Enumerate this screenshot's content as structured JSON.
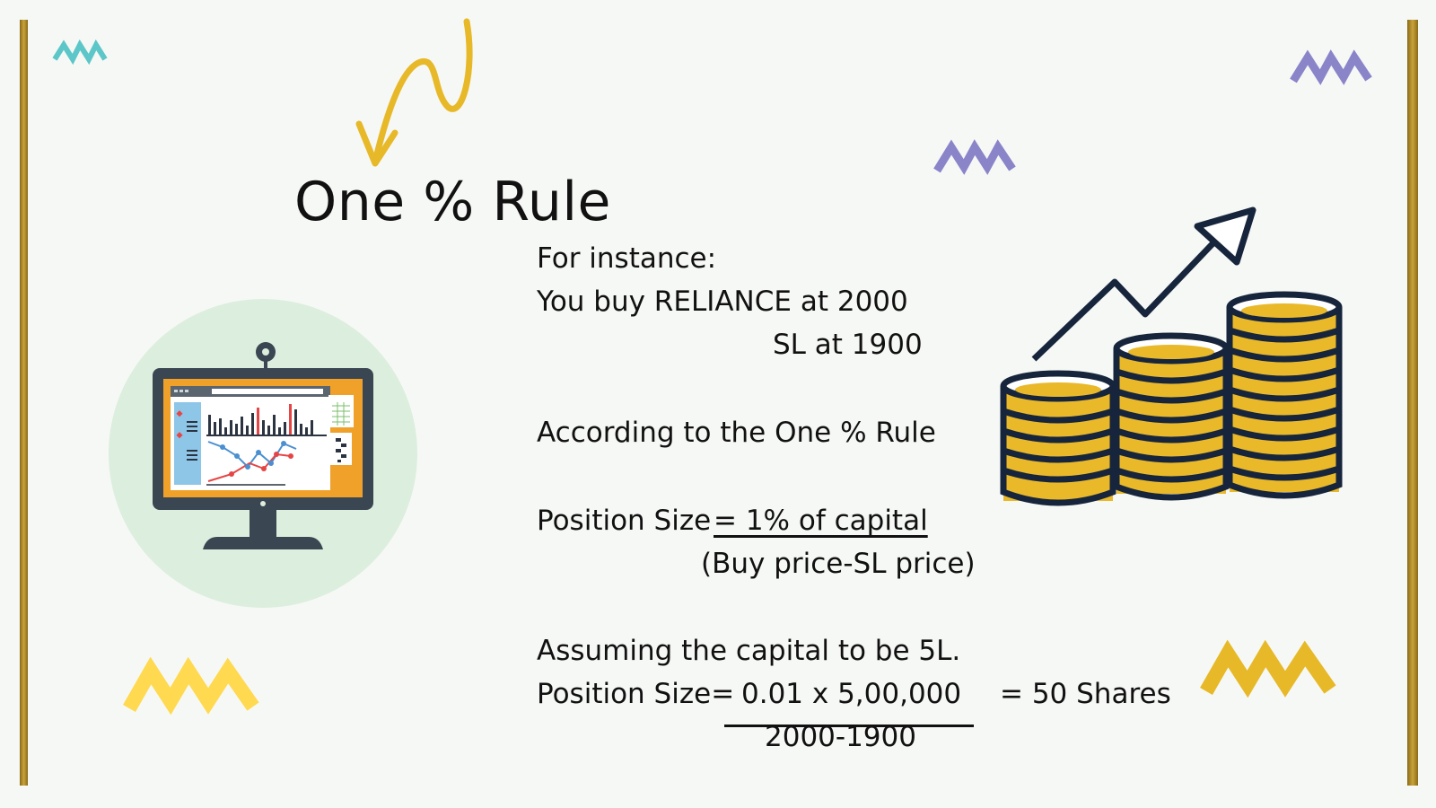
{
  "title": "One % Rule",
  "lines": {
    "for_instance": "For instance:",
    "buy": "You buy RELIANCE at 2000",
    "sl": "SL at 1900",
    "according": "According to the One % Rule",
    "ps_label": "Position Size",
    "ps_numerator": "= 1% of capital",
    "ps_denominator": "(Buy price-SL price)",
    "assuming": "Assuming the capital to be 5L.",
    "ps2_label": "Position Size=",
    "ps2_numerator": "0.01 x 5,00,000",
    "ps2_result": "= 50 Shares",
    "ps2_denominator": "2000-1900"
  },
  "colors": {
    "teal": "#5cc6c9",
    "purple": "#8a84c9",
    "yellow": "#e7b928",
    "navy": "#17253c",
    "coin_gold": "#e9b92a",
    "monitor_dark": "#3a4651",
    "circle_bg": "#dceedd",
    "gold_bar": "#b8932e"
  },
  "icons": {
    "arrow": "curly-arrow-icon",
    "monitor": "monitor-chart-icon",
    "coins": "coin-stacks-growth-icon"
  }
}
